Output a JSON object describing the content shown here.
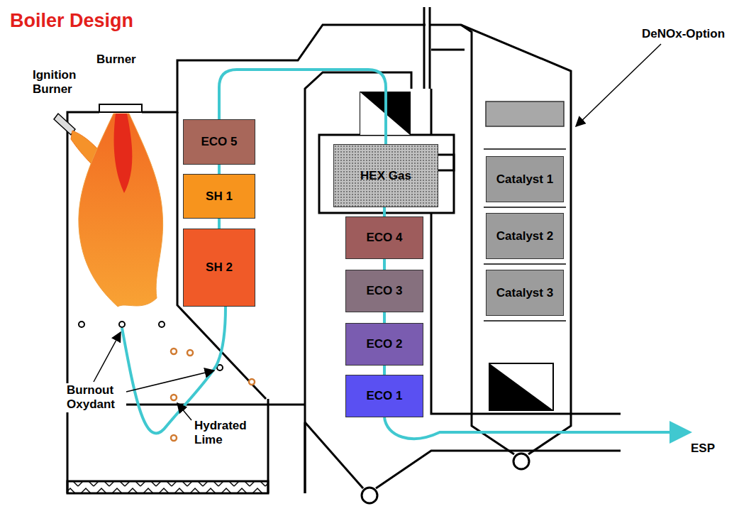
{
  "diagram": {
    "title": "Boiler Design",
    "nodes": [
      {
        "text": [
          "ECO 5"
        ]
      },
      {
        "text": [
          "SH 1"
        ]
      },
      {
        "text": [
          "SH 2"
        ]
      },
      {
        "text": [
          "HEX Gas"
        ]
      },
      {
        "text": [
          "ECO 4"
        ]
      },
      {
        "text": [
          "ECO 3"
        ]
      },
      {
        "text": [
          "ECO 2"
        ]
      },
      {
        "text": [
          "ECO 1"
        ]
      },
      {
        "text": [
          "Catalyst 1"
        ]
      },
      {
        "text": [
          "Catalyst 2"
        ]
      },
      {
        "text": [
          "Catalyst 3"
        ]
      }
    ],
    "edges": [
      {
        "from": 2,
        "to": 1,
        "arrow": "none"
      },
      {
        "from": 1,
        "to": 0,
        "arrow": "none"
      },
      {
        "from": 0,
        "to": 3,
        "arrow": "none"
      },
      {
        "from": 3,
        "to": 4,
        "arrow": "none"
      },
      {
        "from": 4,
        "to": 5,
        "arrow": "none"
      },
      {
        "from": 5,
        "to": 6,
        "arrow": "none"
      },
      {
        "from": 6,
        "to": 7,
        "arrow": "none"
      }
    ],
    "labels": [
      "Ignition Burner",
      "Burner",
      "DeNOx-Option",
      "Burnout Oxydant",
      "Hydrated Lime",
      "ESP"
    ]
  }
}
